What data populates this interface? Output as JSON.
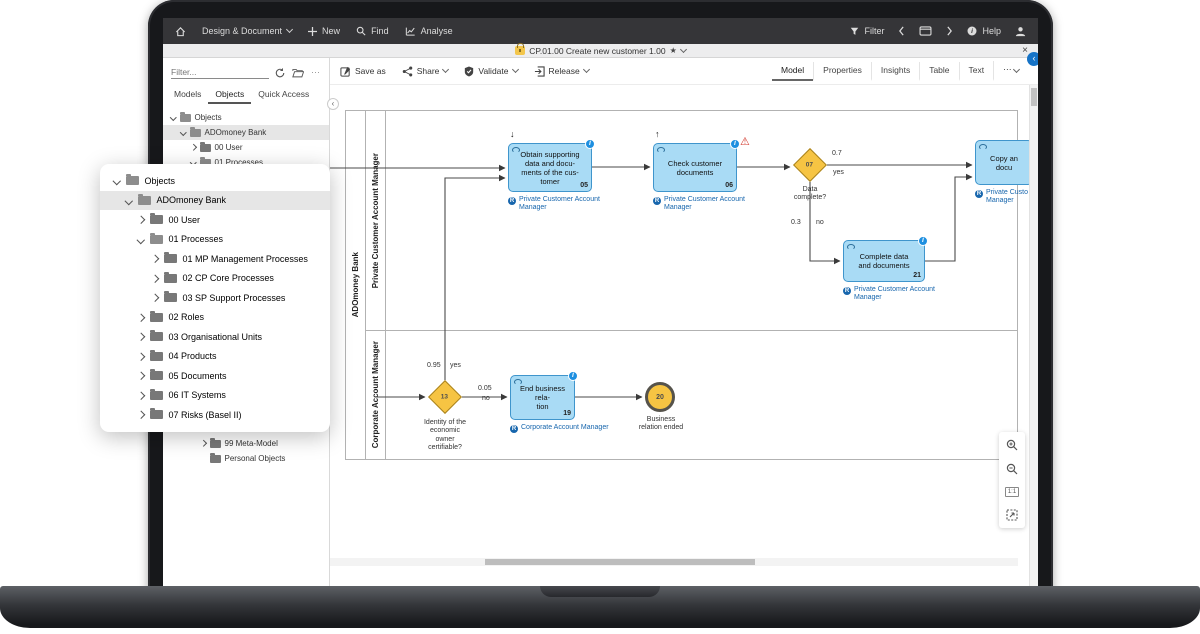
{
  "topbar": {
    "menu": [
      "Design & Document",
      "New",
      "Find",
      "Analyse"
    ],
    "filter_label": "Filter",
    "help_label": "Help"
  },
  "tabbar": {
    "title": "CP.01.00 Create new customer 1.00"
  },
  "toolbar": {
    "save_as": "Save as",
    "share": "Share",
    "validate": "Validate",
    "release": "Release",
    "view_tabs": [
      "Model",
      "Properties",
      "Insights",
      "Table",
      "Text"
    ],
    "more": "⋯"
  },
  "sidebar": {
    "filter_placeholder": "Filter...",
    "tabs": [
      "Models",
      "Objects",
      "Quick Access"
    ],
    "tree": [
      "Objects",
      "ADOmoney Bank",
      "00 User",
      "01 Processes"
    ],
    "tree_bottom": [
      "99 Meta-Model",
      "Personal Objects"
    ]
  },
  "popup": {
    "items": [
      "Objects",
      "ADOmoney Bank",
      "00 User",
      "01 Processes",
      "01 MP Management Processes",
      "02 CP Core Processes",
      "03 SP Support Processes",
      "02 Roles",
      "03 Organisational Units",
      "04 Products",
      "05 Documents",
      "06 IT Systems",
      "07 Risks (Basel II)"
    ]
  },
  "diagram": {
    "pool_label": "ADOmoney Bank",
    "lane1_label": "Private Customer Account Manager",
    "lane2_label": "Corporate Account Manager",
    "task_obtain": {
      "label": "Obtain supporting\ndata and docu-\nments of the cus-\ntomer",
      "num": "05",
      "role": "Private Customer Account\nManager"
    },
    "task_check": {
      "label": "Check customer\ndocuments",
      "num": "06",
      "role": "Private Customer Account\nManager"
    },
    "task_complete": {
      "label": "Complete data\nand documents",
      "num": "21",
      "role": "Private Customer Account\nManager"
    },
    "task_copy": {
      "label": "Copy an\ndocu",
      "role": "Private Custo\nManager"
    },
    "task_end_relation": {
      "label": "End business rela-\ntion",
      "num": "19",
      "role": "Corporate Account Manager"
    },
    "gateway_data": {
      "num": "07",
      "label": "Data\ncomplete?"
    },
    "gateway_identity": {
      "num": "13",
      "label": "Identity of the\neconomic\nowner\ncertifiable?"
    },
    "end_event": {
      "num": "20",
      "label": "Business\nrelation ended"
    },
    "edges": {
      "p07": "0.7",
      "yes1": "yes",
      "p03": "0.3",
      "no1": "no",
      "p095": "0.95",
      "yes2": "yes",
      "p005": "0.05",
      "no2": "no"
    }
  },
  "icons": {
    "info": "i",
    "role": "R",
    "warning": "⚠",
    "star": "★",
    "close": "×",
    "chevron_left": "‹",
    "down_arrow": "↓",
    "up_arrow": "↑",
    "ratio": "1:1"
  },
  "colors": {
    "task_fill": "#a9dbf5",
    "task_border": "#3f95cc",
    "gateway_fill": "#f6c443",
    "info_blue": "#1d8fe0",
    "role_blue": "#1766ad",
    "warn_red": "#d2382c",
    "topbar_bg": "#353538",
    "accent_blue": "#1673c6"
  }
}
